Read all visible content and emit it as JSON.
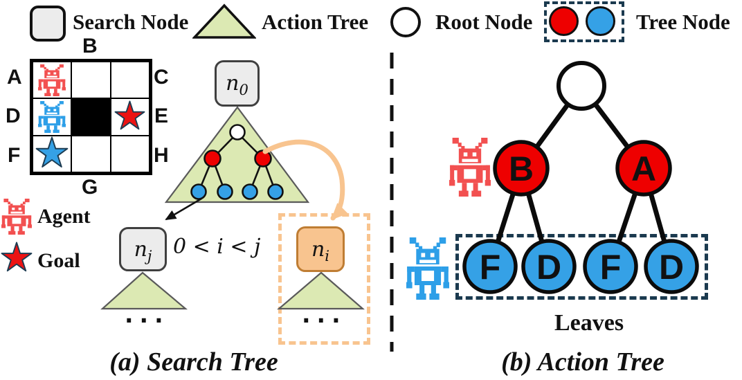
{
  "colors": {
    "node_red": "#ee0000",
    "node_blue": "#35a1e6",
    "robot_red": "#f25050",
    "robot_blue": "#2d9fe8",
    "star_red": "#ec1313",
    "star_blue": "#35a1e6",
    "triangle_green": "#dce9b3",
    "search_gray": "#ececec",
    "orange": "#f8c48f",
    "navy_dash": "#1b3a4f"
  },
  "legend": {
    "search_node": "Search Node",
    "action_tree": "Action Tree",
    "root_node": "Root Node",
    "tree_node": "Tree Node"
  },
  "panel_a": {
    "caption": "(a) Search Tree",
    "grid": {
      "top_label": "B",
      "bottom_label": "G",
      "left_labels": [
        "A",
        "D",
        "F"
      ],
      "right_labels": [
        "C",
        "E",
        "H"
      ],
      "cells": [
        [
          "red-robot",
          "empty",
          "empty"
        ],
        [
          "blue-robot",
          "wall",
          "red-star"
        ],
        [
          "blue-star",
          "empty",
          "empty"
        ]
      ]
    },
    "key": {
      "agent": "Agent",
      "goal": "Goal"
    },
    "nodes": {
      "n0": {
        "base": "n",
        "sub": "0"
      },
      "nj": {
        "base": "n",
        "sub": "j"
      },
      "ni": {
        "base": "n",
        "sub": "i"
      }
    },
    "inequality": "0 < i < j",
    "ellipsis": "..."
  },
  "panel_b": {
    "caption": "(b) Action Tree",
    "leaves_label": "Leaves",
    "level1": [
      "B",
      "A"
    ],
    "level2": [
      "F",
      "D",
      "F",
      "D"
    ]
  }
}
